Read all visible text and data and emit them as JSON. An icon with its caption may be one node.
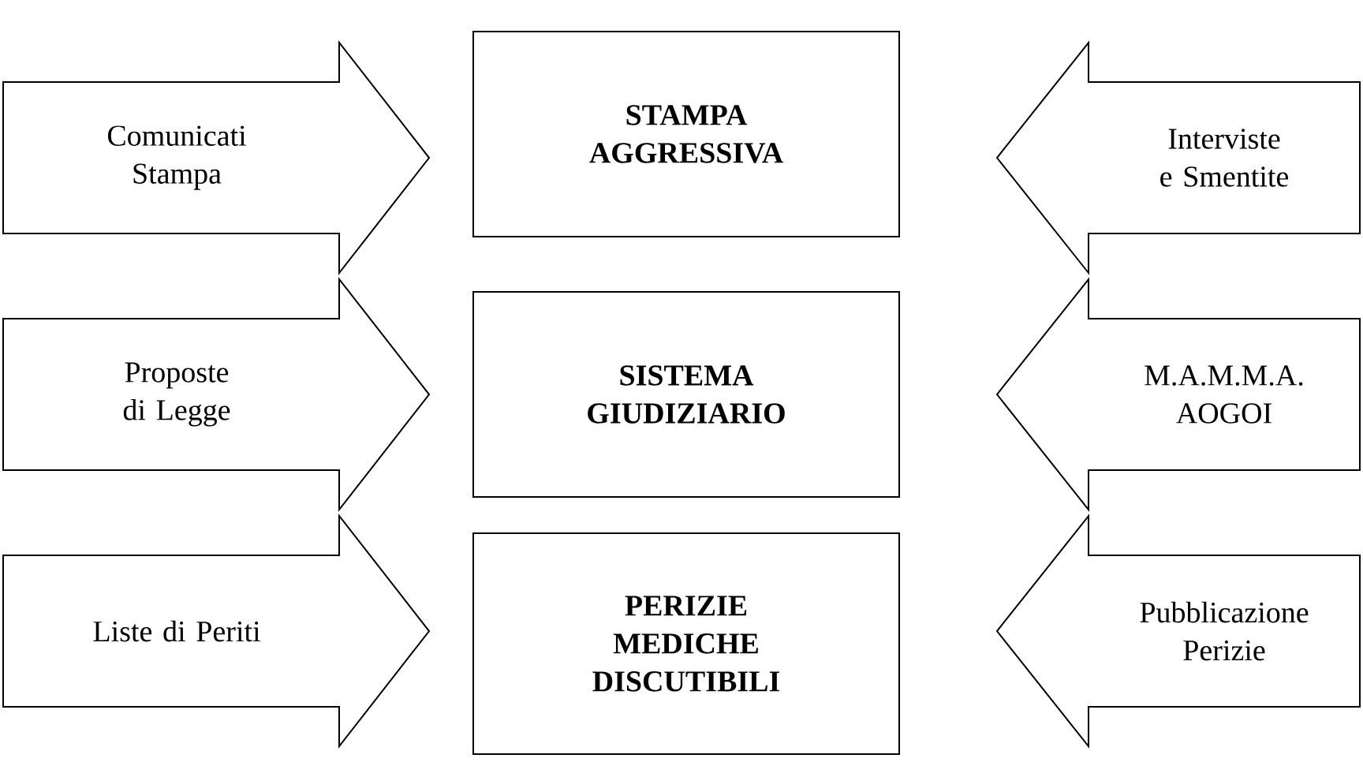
{
  "diagram": {
    "nodes": [
      {
        "text": [
          "Comunicati Stampa"
        ]
      },
      {
        "text": [
          "STAMPA AGGRESSIVA"
        ]
      },
      {
        "text": [
          "Interviste e Smentite"
        ]
      },
      {
        "text": [
          "Proposte di Legge"
        ]
      },
      {
        "text": [
          "SISTEMA GIUDIZIARIO"
        ]
      },
      {
        "text": [
          "M.A.M.M.A. AOGOI"
        ]
      },
      {
        "text": [
          "Liste di Periti"
        ]
      },
      {
        "text": [
          "PERIZIE MEDICHE DISCUTIBILI"
        ]
      },
      {
        "text": [
          "Pubblicazione Perizie"
        ]
      }
    ]
  }
}
